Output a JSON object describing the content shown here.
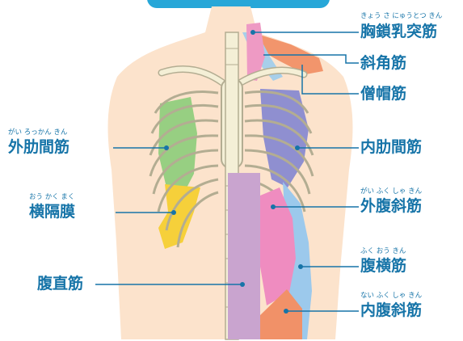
{
  "colors": {
    "accent": "#1674a8",
    "banner": "#27a7d8",
    "skin": "#fce3cc",
    "bone_fill": "#f4efd6",
    "bone_stroke": "#b3ad92",
    "external_intercostal": "#97cf82",
    "internal_intercostal": "#8f8fd0",
    "diaphragm": "#f6d03a",
    "rectus_abdominis": "#c9a4cf",
    "external_oblique": "#ef8cc0",
    "transversus_abdominis": "#9cc9ec",
    "internal_oblique": "#f19168",
    "scalene": "#a7cfea",
    "sternocleidomastoid": "#ee9ac4",
    "trapezius": "#f2956c"
  },
  "labels": {
    "sternocleidomastoid": {
      "text": "胸鎖乳突筋",
      "ruby": "きょう さ にゅうとつ きん"
    },
    "scalene": {
      "text": "斜角筋"
    },
    "trapezius": {
      "text": "僧帽筋"
    },
    "external_intercostal": {
      "text": "外肋間筋",
      "ruby": "がい ろっかん きん"
    },
    "internal_intercostal": {
      "text": "内肋間筋"
    },
    "diaphragm": {
      "text": "横隔膜",
      "ruby": "おう かく まく"
    },
    "external_oblique": {
      "text": "外腹斜筋",
      "ruby": "がい ふく しゃ きん"
    },
    "transversus_abdominis": {
      "text": "腹横筋",
      "ruby": "ふく おう きん"
    },
    "rectus_abdominis": {
      "text": "腹直筋"
    },
    "internal_oblique": {
      "text": "内腹斜筋",
      "ruby": "ない ふく しゃ きん"
    }
  }
}
